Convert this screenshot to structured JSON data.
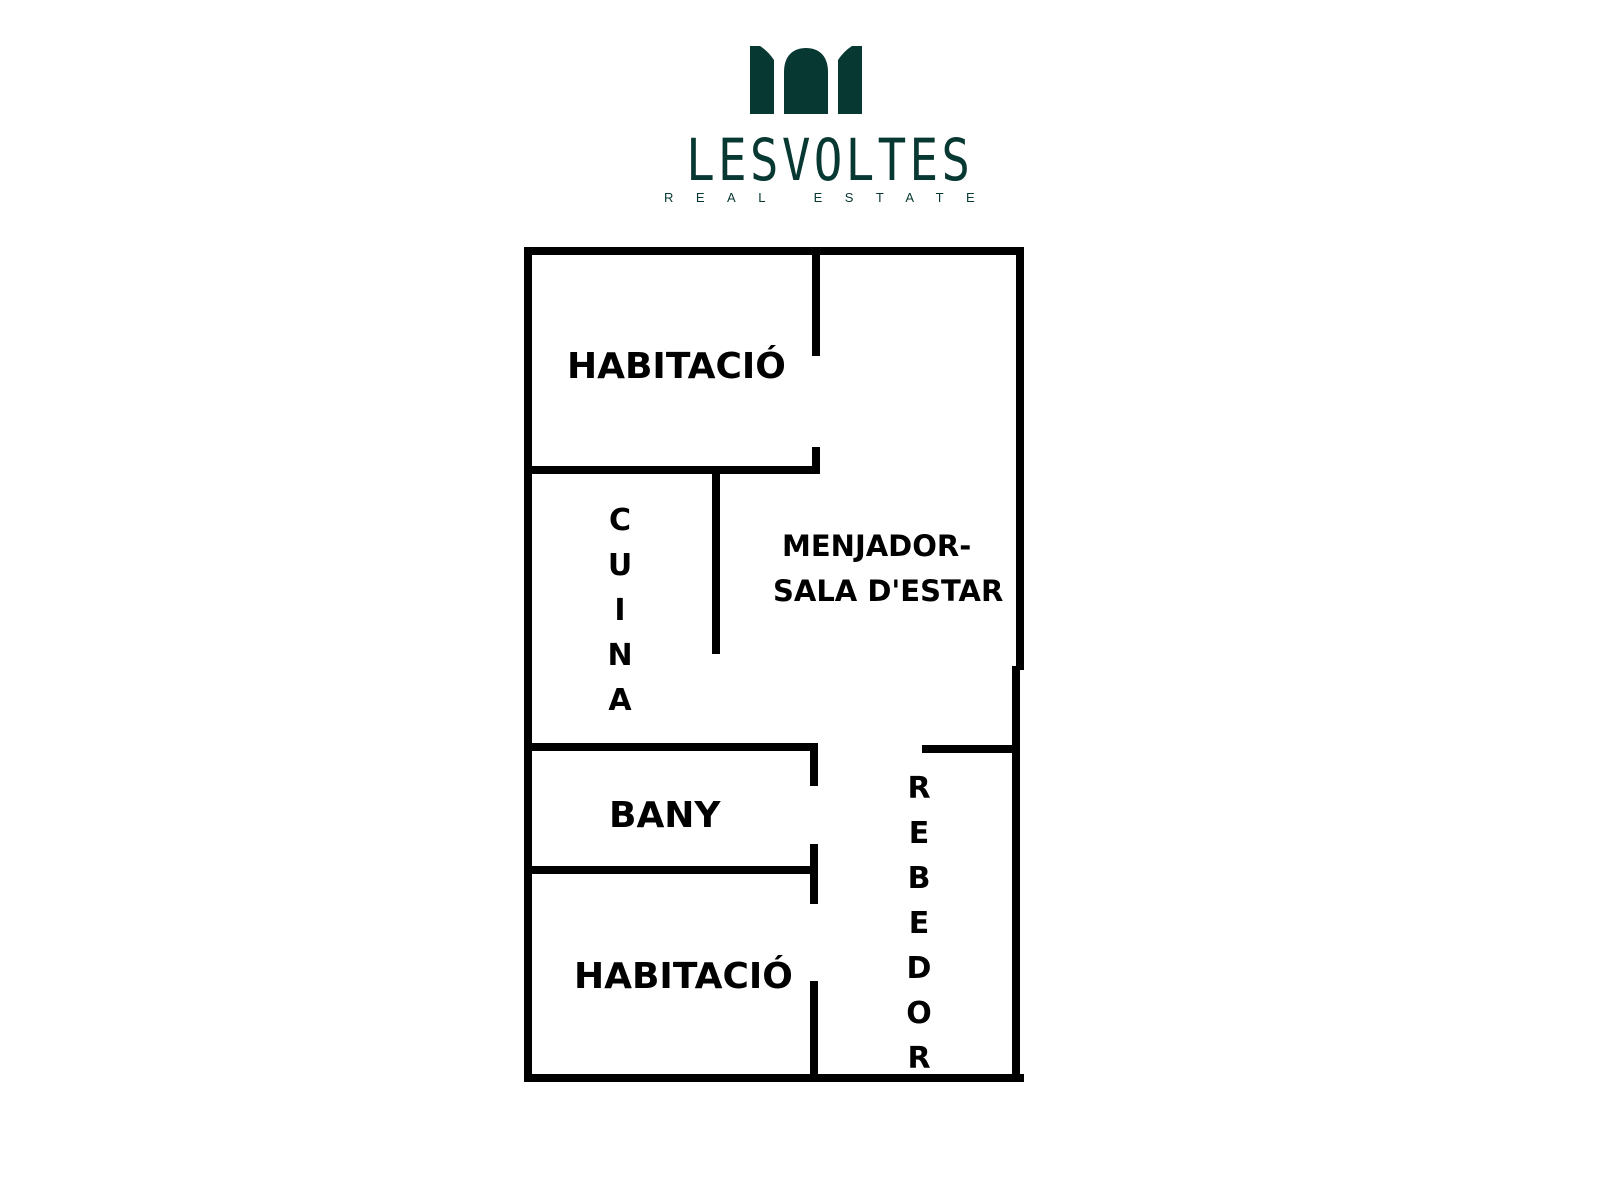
{
  "logo": {
    "brand": "LESVOLTES",
    "tagline": "REAL ESTATE",
    "icon": "arches-logo-icon",
    "color": "#073832"
  },
  "floor_plan": {
    "wall_color": "#000000",
    "rooms": {
      "bedroom_top": "HABITACIÓ",
      "kitchen": "CUINA",
      "living_dining_line1": "MENJADOR-",
      "living_dining_line2": "SALA D'ESTAR",
      "bathroom": "BANY",
      "bedroom_bottom": "HABITACIÓ",
      "entrance_hall": "REBEDOR"
    }
  }
}
